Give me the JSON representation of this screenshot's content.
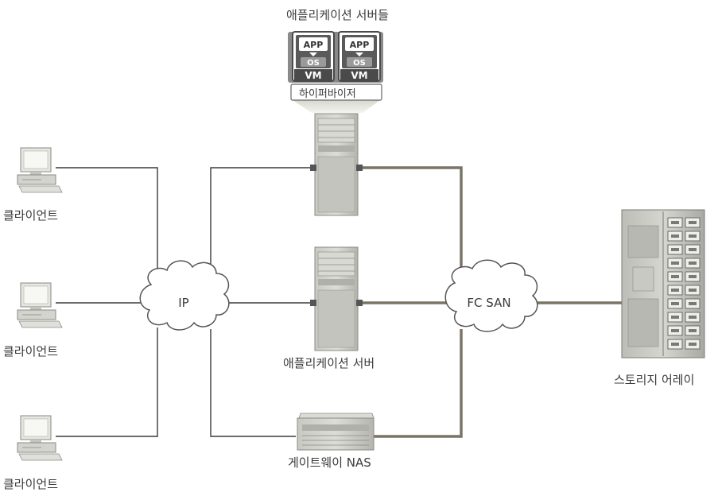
{
  "labels": {
    "app_servers_virtual": "애플리케이션 서버들",
    "hypervisor": "하이퍼바이저",
    "app_server": "애플리케이션 서버",
    "gateway_nas": "게이트웨이 NAS",
    "storage_array": "스토리지 어레이",
    "ip_network": "IP",
    "fc_san": "FC SAN"
  },
  "vms": [
    {
      "app": "APP",
      "os": "OS",
      "vm": "VM"
    },
    {
      "app": "APP",
      "os": "OS",
      "vm": "VM"
    }
  ],
  "clients": [
    {
      "label": "클라이언트"
    },
    {
      "label": "클라이언트"
    },
    {
      "label": "클라이언트"
    }
  ],
  "colors": {
    "ip_link": "#3a3a3a",
    "fc_link": "#7a7466",
    "cloud_stroke": "#555555",
    "vm_fill": "#4a4a4a"
  }
}
